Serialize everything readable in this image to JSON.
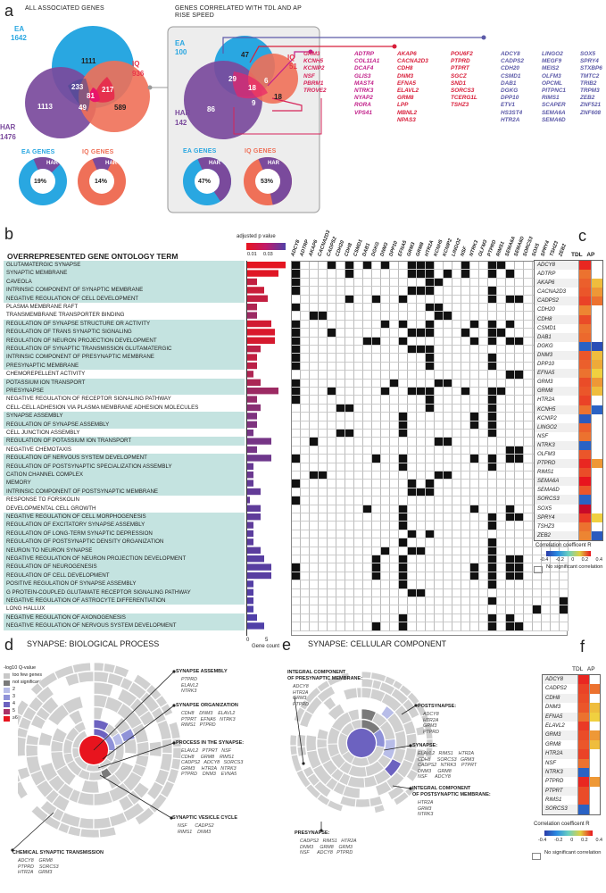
{
  "panels": {
    "a": "a",
    "b": "b",
    "c": "c",
    "d": "d",
    "e": "e",
    "f": "f"
  },
  "panel_a": {
    "left_title": "ALL ASSOCIATED GENES",
    "right_title": "GENES CORRELATED WITH TDL AND AP RISE SPEED",
    "left_venn": {
      "ea_label": "EA",
      "ea_count": "1642",
      "iq_label": "IQ",
      "iq_count": "936",
      "har_label": "HAR",
      "har_count": "1476",
      "regions": {
        "ea_only": "1111",
        "ea_har": "233",
        "ea_iq_har": "81",
        "ea_iq": "217",
        "har_only": "1113",
        "har_iq": "49",
        "iq_only": "589"
      }
    },
    "right_venn": {
      "ea_label": "EA",
      "ea_count": "100",
      "iq_label": "IQ",
      "iq_count": "51",
      "har_label": "HAR",
      "har_count": "142",
      "regions": {
        "ea_only": "47",
        "ea_har": "29",
        "ea_iq_har": "18",
        "ea_iq": "6",
        "har_only": "86",
        "har_iq": "9",
        "iq_only": "18"
      }
    },
    "donuts": [
      {
        "title": "EA GENES",
        "tag": "HAR",
        "pct": "19%",
        "fraction": 0.19
      },
      {
        "title": "IQ GENES",
        "tag": "HAR",
        "pct": "14%",
        "fraction": 0.14
      },
      {
        "title": "EA GENES",
        "tag": "HAR",
        "pct": "47%",
        "fraction": 0.47
      },
      {
        "title": "IQ GENES",
        "tag": "HAR",
        "pct": "53%",
        "fraction": 0.53
      }
    ],
    "gene_lists": [
      {
        "color": "#d6245a",
        "genes": [
          "GRM3",
          "KCNH5",
          "KCNIP2",
          "NSF",
          "PBRM1",
          "TROVE2"
        ]
      },
      {
        "color": "#c2208a",
        "genes": [
          "ADTRP",
          "COL11A1",
          "DCAF4",
          "GLIS3",
          "MAST4",
          "NTRK3",
          "NYAP2",
          "RORA",
          "VPS41"
        ]
      },
      {
        "color": "#d81e3a",
        "genes": [
          "AKAP6",
          "CACNA2D3",
          "CDH8",
          "DNM3",
          "EFNA5",
          "ELAVL2",
          "GRM8",
          "LPP",
          "MBNL2",
          "NPAS3"
        ]
      },
      {
        "color": "#d81e3a",
        "genes": [
          "POU6F2",
          "PTPRD",
          "PTPRT",
          "SGCZ",
          "SND1",
          "SORCS3",
          "TCERG1L",
          "TSHZ3"
        ]
      },
      {
        "color": "#5c5aa8",
        "genes": [
          "ADCY8",
          "CADPS2",
          "CDH20",
          "CSMD1",
          "DAB1",
          "DGKG",
          "DPP10",
          "ETV1",
          "HS3ST4",
          "HTR2A"
        ]
      },
      {
        "color": "#5c5aa8",
        "genes": [
          "LINGO2",
          "MEGF9",
          "MEIS2",
          "OLFM3",
          "OPCML",
          "PITPNC1",
          "RIMS1",
          "SCAPER",
          "SEMA6A",
          "SEMA6D"
        ]
      },
      {
        "color": "#5c5aa8",
        "genes": [
          "SOX5",
          "SPRY4",
          "STXBP6",
          "TMTC2",
          "TRIB2",
          "TRPM3",
          "ZEB2",
          "ZNF521",
          "ZNF608"
        ]
      }
    ]
  },
  "panel_b": {
    "title": "OVERREPRESENTED GENE ONTOLOGY TERM",
    "legend_title": "adjusted p value",
    "legend_ticks": [
      "0.01",
      "0.03"
    ],
    "axis_ticks": [
      "0",
      "5"
    ],
    "axis_label": "Gene count",
    "genes": [
      "ADCY8",
      "ADTRP",
      "AKAP6",
      "CACNA2D3",
      "CADPS2",
      "CDH20",
      "CDH8",
      "CSMD1",
      "DAB1",
      "DGKG",
      "DNM3",
      "DPP10",
      "EFNA5",
      "GRM3",
      "GRM8",
      "HTR2A",
      "KCNH5",
      "KCNIP2",
      "LINGO2",
      "NSF",
      "NTRK3",
      "OLFM3",
      "PTPRD",
      "RIMS1",
      "SEMA6A",
      "SEMA6D",
      "SORCS3",
      "SOX5",
      "SPRY4",
      "TSHZ3",
      "ZEB2"
    ],
    "terms": [
      {
        "t": "GLUTAMATERGIC SYNAPSE",
        "hl": true,
        "c": [
          0,
          4,
          6,
          8,
          10,
          13,
          14,
          15,
          19,
          22,
          23
        ]
      },
      {
        "t": "SYNAPTIC MEMBRANE",
        "hl": true,
        "c": [
          0,
          6,
          13,
          14,
          15,
          17,
          19,
          22,
          24
        ]
      },
      {
        "t": "CAVEOLA",
        "hl": true,
        "c": [
          0,
          15,
          16
        ]
      },
      {
        "t": "INTRINSIC COMPONENT OF SYNAPTIC MEMBRANE",
        "hl": true,
        "c": [
          0,
          13,
          14,
          15,
          22
        ]
      },
      {
        "t": "NEGATIVE REGULATION OF CELL DEVELOPMENT",
        "hl": true,
        "c": [
          6,
          9,
          12,
          22,
          24,
          25
        ]
      },
      {
        "t": "PLASMA MEMBRANE RAFT",
        "hl": false,
        "c": [
          0,
          15,
          16
        ]
      },
      {
        "t": "TRANSMEMBRANE TRANSPORTER BINDING",
        "hl": false,
        "c": [
          2,
          3,
          16,
          17
        ]
      },
      {
        "t": "REGULATION OF SYNAPSE STRUCTURE OR ACTIVITY",
        "hl": true,
        "c": [
          0,
          10,
          12,
          15,
          20,
          22,
          24
        ]
      },
      {
        "t": "REGULATION OF TRANS SYNAPTIC SIGNALING",
        "hl": true,
        "c": [
          0,
          4,
          13,
          14,
          15,
          19,
          22,
          23
        ]
      },
      {
        "t": "REGULATION OF NEURON PROJECTION DEVELOPMENT",
        "hl": true,
        "c": [
          0,
          8,
          9,
          12,
          20,
          22,
          24,
          25
        ]
      },
      {
        "t": "REGULATION OF SYNAPTIC TRANSMISSION GLUTAMATERGIC",
        "hl": true,
        "c": [
          0,
          13,
          14,
          15
        ]
      },
      {
        "t": "INTRINSIC COMPONENT OF PRESYNAPTIC MEMBRANE",
        "hl": true,
        "c": [
          0,
          15,
          22
        ]
      },
      {
        "t": "PRESYNAPTIC MEMBRANE",
        "hl": true,
        "c": [
          0,
          15,
          22
        ]
      },
      {
        "t": "CHEMOREPELLENT ACTIVITY",
        "hl": false,
        "c": [
          24,
          25
        ]
      },
      {
        "t": "POTASSIUM ION TRANSPORT",
        "hl": true,
        "c": [
          0,
          11,
          16,
          17
        ]
      },
      {
        "t": "PRESYNAPSE",
        "hl": true,
        "c": [
          0,
          4,
          10,
          13,
          14,
          15,
          19,
          22,
          23
        ]
      },
      {
        "t": "NEGATIVE REGULATION OF RECEPTOR SIGNALING PATHWAY",
        "hl": false,
        "c": [
          0,
          15,
          22
        ]
      },
      {
        "t": "CELL-CELL ADHESION VIA PLASMA MEMBRANE ADHESION MOLECULES",
        "hl": false,
        "c": [
          5,
          6,
          15,
          22
        ]
      },
      {
        "t": "SYNAPSE ASSEMBLY",
        "hl": true,
        "c": [
          12,
          20,
          22
        ]
      },
      {
        "t": "REGULATION OF SYNAPSE ASSEMBLY",
        "hl": true,
        "c": [
          12,
          20,
          22
        ]
      },
      {
        "t": "CELL JUNCTION ASSEMBLY",
        "hl": false,
        "c": [
          5,
          6,
          12,
          22
        ]
      },
      {
        "t": "REGULATION OF POTASSIUM ION TRANSPORT",
        "hl": true,
        "c": [
          2,
          16,
          17
        ]
      },
      {
        "t": "NEGATIVE CHEMOTAXIS",
        "hl": false,
        "c": [
          24,
          25
        ]
      },
      {
        "t": "REGULATION OF NERVOUS SYSTEM DEVELOPMENT",
        "hl": true,
        "c": [
          0,
          9,
          12,
          20,
          22,
          24,
          25
        ]
      },
      {
        "t": "REGULATION OF POSTSYNAPTIC SPECIALIZATION ASSEMBLY",
        "hl": true,
        "c": [
          12,
          22
        ]
      },
      {
        "t": "CATION CHANNEL COMPLEX",
        "hl": true,
        "c": [
          2,
          3,
          16,
          17
        ]
      },
      {
        "t": "MEMORY",
        "hl": true,
        "c": [
          0,
          13,
          15
        ]
      },
      {
        "t": "INTRINSIC COMPONENT OF POSTSYNAPTIC MEMBRANE",
        "hl": true,
        "c": [
          13,
          14,
          15
        ]
      },
      {
        "t": "RESPONSE TO FORSKOLIN",
        "hl": false,
        "c": [
          0
        ]
      },
      {
        "t": "DEVELOPMENTAL CELL GROWTH",
        "hl": false,
        "c": [
          8,
          12,
          20,
          24
        ]
      },
      {
        "t": "NEGATIVE REGULATION OF CELL MORPHOGENESIS",
        "hl": true,
        "c": [
          12,
          22,
          24,
          25
        ]
      },
      {
        "t": "REGULATION OF EXCITATORY SYNAPSE ASSEMBLY",
        "hl": true,
        "c": [
          12,
          22
        ]
      },
      {
        "t": "REGULATION OF LONG-TERM SYNAPTIC DEPRESSION",
        "hl": true,
        "c": [
          13,
          15
        ]
      },
      {
        "t": "REGULATION OF POSTSYNAPTIC DENSITY ORGANIZATION",
        "hl": true,
        "c": [
          12,
          22
        ]
      },
      {
        "t": "NEURON TO NEURON SYNAPSE",
        "hl": true,
        "c": [
          10,
          13,
          14,
          22
        ]
      },
      {
        "t": "NEGATIVE REGULATION OF NEURON PROJECTION DEVELOPMENT",
        "hl": true,
        "c": [
          9,
          12,
          22,
          24,
          25
        ]
      },
      {
        "t": "REGULATION OF NEUROGENESIS",
        "hl": true,
        "c": [
          0,
          9,
          12,
          20,
          22,
          24,
          25
        ]
      },
      {
        "t": "REGULATION OF CELL DEVELOPMENT",
        "hl": true,
        "c": [
          0,
          9,
          12,
          20,
          22,
          24,
          25
        ]
      },
      {
        "t": "POSITIVE REGULATION OF SYNAPSE ASSEMBLY",
        "hl": true,
        "c": [
          12,
          22
        ]
      },
      {
        "t": "G PROTEIN-COUPLED GLUTAMATE RECEPTOR SIGNALING PATHWAY",
        "hl": true,
        "c": [
          13,
          14
        ]
      },
      {
        "t": "NEGATIVE REGULATION OF ASTROCYTE DIFFERENTIATION",
        "hl": true,
        "c": [
          22,
          30
        ]
      },
      {
        "t": "LONG HALLUX",
        "hl": false,
        "c": [
          27,
          30
        ]
      },
      {
        "t": "NEGATIVE REGULATION OF AXONOGENESIS",
        "hl": true,
        "c": [
          12,
          22,
          24
        ]
      },
      {
        "t": "NEGATIVE REGULATION OF NERVOUS SYSTEM DEVELOPMENT",
        "hl": true,
        "c": [
          9,
          12,
          22,
          24,
          25
        ]
      }
    ],
    "gene_counts": [
      11,
      9,
      3,
      5,
      6,
      3,
      3,
      7,
      8,
      8,
      4,
      3,
      3,
      2,
      4,
      9,
      3,
      4,
      3,
      3,
      2,
      7,
      3,
      7,
      2,
      2,
      2,
      4,
      1,
      4,
      4,
      2,
      2,
      2,
      4,
      5,
      7,
      7,
      2,
      2,
      2,
      2,
      3,
      5
    ],
    "pvals": [
      0.001,
      0.002,
      0.01,
      0.008,
      0.01,
      0.015,
      0.02,
      0.006,
      0.004,
      0.005,
      0.012,
      0.01,
      0.012,
      0.015,
      0.016,
      0.02,
      0.022,
      0.025,
      0.028,
      0.028,
      0.03,
      0.03,
      0.03,
      0.032,
      0.034,
      0.033,
      0.035,
      0.035,
      0.035,
      0.036,
      0.036,
      0.036,
      0.037,
      0.037,
      0.037,
      0.038,
      0.038,
      0.038,
      0.039,
      0.039,
      0.039,
      0.04,
      0.04,
      0.04
    ]
  },
  "panel_c": {
    "headers": [
      "TDL",
      "AP"
    ],
    "legend_title": "Correlation coefficent R",
    "legend_ticks": [
      "-0.4",
      "-0.2",
      "0",
      "0.2",
      "0.4"
    ],
    "nosig": "No significant correlation",
    "rows": [
      {
        "g": "ADCY8",
        "tdl": 0.38,
        "ap": null
      },
      {
        "g": "ADTRP",
        "tdl": 0.3,
        "ap": null
      },
      {
        "g": "AKAP6",
        "tdl": 0.32,
        "ap": 0.22
      },
      {
        "g": "CACNA2D3",
        "tdl": 0.33,
        "ap": 0.26
      },
      {
        "g": "CADPS2",
        "tdl": 0.35,
        "ap": 0.3
      },
      {
        "g": "CDH20",
        "tdl": 0.28,
        "ap": null
      },
      {
        "g": "CDH8",
        "tdl": 0.34,
        "ap": null
      },
      {
        "g": "CSMD1",
        "tdl": 0.3,
        "ap": null
      },
      {
        "g": "DAB1",
        "tdl": 0.31,
        "ap": null
      },
      {
        "g": "DGKG",
        "tdl": -0.3,
        "ap": -0.35
      },
      {
        "g": "DNM3",
        "tdl": 0.33,
        "ap": 0.22
      },
      {
        "g": "DPP10",
        "tdl": 0.32,
        "ap": 0.24
      },
      {
        "g": "EFNA5",
        "tdl": 0.3,
        "ap": 0.2
      },
      {
        "g": "GRM3",
        "tdl": 0.34,
        "ap": 0.26
      },
      {
        "g": "GRM8",
        "tdl": 0.33,
        "ap": 0.22
      },
      {
        "g": "HTR2A",
        "tdl": 0.35,
        "ap": null
      },
      {
        "g": "KCNH5",
        "tdl": 0.3,
        "ap": -0.3
      },
      {
        "g": "KCNIP2",
        "tdl": -0.32,
        "ap": null
      },
      {
        "g": "LINGO2",
        "tdl": 0.32,
        "ap": null
      },
      {
        "g": "NSF",
        "tdl": 0.3,
        "ap": null
      },
      {
        "g": "NTRK3",
        "tdl": -0.3,
        "ap": null
      },
      {
        "g": "OLFM3",
        "tdl": 0.33,
        "ap": null
      },
      {
        "g": "PTPRD",
        "tdl": 0.38,
        "ap": 0.26
      },
      {
        "g": "RIMS1",
        "tdl": 0.34,
        "ap": null
      },
      {
        "g": "SEMA6A",
        "tdl": 0.4,
        "ap": null
      },
      {
        "g": "SEMA6D",
        "tdl": 0.33,
        "ap": null
      },
      {
        "g": "SORCS3",
        "tdl": -0.3,
        "ap": null
      },
      {
        "g": "SOX5",
        "tdl": 0.45,
        "ap": null
      },
      {
        "g": "SPRY4",
        "tdl": 0.36,
        "ap": 0.2
      },
      {
        "g": "TSHZ3",
        "tdl": 0.3,
        "ap": null
      },
      {
        "g": "ZEB2",
        "tdl": 0.28,
        "ap": -0.32
      }
    ]
  },
  "panel_d": {
    "title": "SYNAPSE: BIOLOGICAL PROCESS",
    "legend_title": "-log10 Q-value",
    "legend": [
      {
        "label": "too few genes",
        "color": "#c8c8c8"
      },
      {
        "label": "not significant",
        "color": "#7a7a7a"
      },
      {
        "label": "2",
        "color": "#b8bde8"
      },
      {
        "label": "3",
        "color": "#8f92d8"
      },
      {
        "label": "4",
        "color": "#6c62c0"
      },
      {
        "label": "5",
        "color": "#a83268"
      },
      {
        "label": "≥6",
        "color": "#e8141e"
      }
    ],
    "annotations": [
      {
        "h": "SYNAPSE ASSEMBLY",
        "g": "PTPRD\nELAVL2\nNTRK3"
      },
      {
        "h": "SYNAPSE ORGANIZATION",
        "g": "CDH8    DNM3    ELAVL2\nPTPRT   EFNA5   NTRK3\nRIMS1   PTPRD"
      },
      {
        "h": "PROCESS IN THE SYNAPSE:",
        "g": "ELAVL2   PTPRT   NSF\nCDH8     GRM8    RIMS1\nCADPS2   ADCY8   SORCS3\nGRM3     HTR2A   NTRK3\nPTPRD    DNM3    EVNA5"
      },
      {
        "h": "SYNAPTIC VESICLE CYCLE",
        "g": "NSF      CADPS2\nRIMS1    DNM3"
      },
      {
        "h": "CHEMICAL SYNAPTIC TRANSMISSION",
        "g": "ADCY8    GRM8\nPTPRD    SORCS3\nHTR2A    GRM3"
      }
    ]
  },
  "panel_e": {
    "title": "SYNAPSE: CELLULAR COMPONENT",
    "annotations": [
      {
        "h": "INTEGRAL COMPONENT\nOF PRESYNAPTIC MEMBRANE:",
        "g": "ADCY8\nHTR2A\nGRM3\nPTPRD"
      },
      {
        "h": "POSTSYNAPSE:",
        "g": "ADCY8\nHTR2A\nGRM3\nPTPRD"
      },
      {
        "h": "SYNAPSE:",
        "g": "ELAVL2   RIMS1    HTR2A\nCDH8     SORCS3   GRM3\nCADPS2   NTRK3    PTPRT\nDNM3     GRM8\nNSF      ADCY8"
      },
      {
        "h": "INTEGRAL COMPONENT\nOF POSTSYNAPTIC MEMBRANE:",
        "g": "HTR2A\nGRM3\nNTRK3"
      },
      {
        "h": "PRESYNAPSE:",
        "g": "CADPS2   RIMS1   HTR2A\nDNM3     GRM8    GRM3\nNSF      ADCY8   PTPRD"
      }
    ]
  },
  "panel_f": {
    "headers": [
      "TDL",
      "AP"
    ],
    "legend_title": "Correlation coefficent R",
    "legend_ticks": [
      "-0.4",
      "-0.2",
      "0",
      "0.2",
      "0.4"
    ],
    "nosig": "No significant correlation",
    "rows": [
      {
        "g": "ADCY8",
        "tdl": 0.38,
        "ap": null
      },
      {
        "g": "CADPS2",
        "tdl": 0.35,
        "ap": 0.3
      },
      {
        "g": "CDH8",
        "tdl": 0.34,
        "ap": null
      },
      {
        "g": "DNM3",
        "tdl": 0.33,
        "ap": 0.22
      },
      {
        "g": "EFNA5",
        "tdl": 0.3,
        "ap": 0.2
      },
      {
        "g": "ELAVL2",
        "tdl": 0.36,
        "ap": null
      },
      {
        "g": "GRM3",
        "tdl": 0.34,
        "ap": 0.26
      },
      {
        "g": "GRM8",
        "tdl": 0.33,
        "ap": 0.22
      },
      {
        "g": "HTR2A",
        "tdl": 0.35,
        "ap": null
      },
      {
        "g": "NSF",
        "tdl": 0.3,
        "ap": null
      },
      {
        "g": "NTRK3",
        "tdl": -0.3,
        "ap": null
      },
      {
        "g": "PTPRD",
        "tdl": 0.38,
        "ap": 0.26
      },
      {
        "g": "PTPRT",
        "tdl": 0.34,
        "ap": null
      },
      {
        "g": "RIMS1",
        "tdl": 0.34,
        "ap": null
      },
      {
        "g": "SORCS3",
        "tdl": -0.3,
        "ap": null
      }
    ]
  }
}
